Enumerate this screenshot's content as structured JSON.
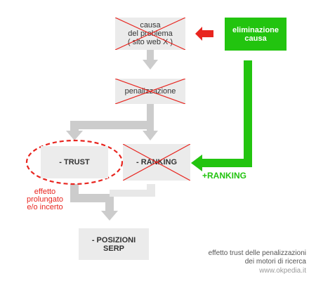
{
  "diagram": {
    "boxes": {
      "causa": "causa\ndel problema\n( sito web X )",
      "penalizzazione": "penalizzazione",
      "trust": "- TRUST",
      "ranking": "- RANKING",
      "posizioni": "- POSIZIONI\nSERP",
      "eliminazione": "eliminazione\ncausa"
    },
    "notes": {
      "effetto": "effetto\nprolungato\ne/o incerto",
      "plus_ranking": "+RANKING"
    },
    "caption": {
      "line1": "effetto trust delle penalizzazioni",
      "line2": "dei motori di ricerca",
      "site": "www.okpedia.it"
    },
    "colors": {
      "box_gray": "#ebebeb",
      "arrow_gray": "#cccccc",
      "arrow_light": "#e8e8e8",
      "cross_red": "#e8251f",
      "green": "#22c40f"
    }
  }
}
